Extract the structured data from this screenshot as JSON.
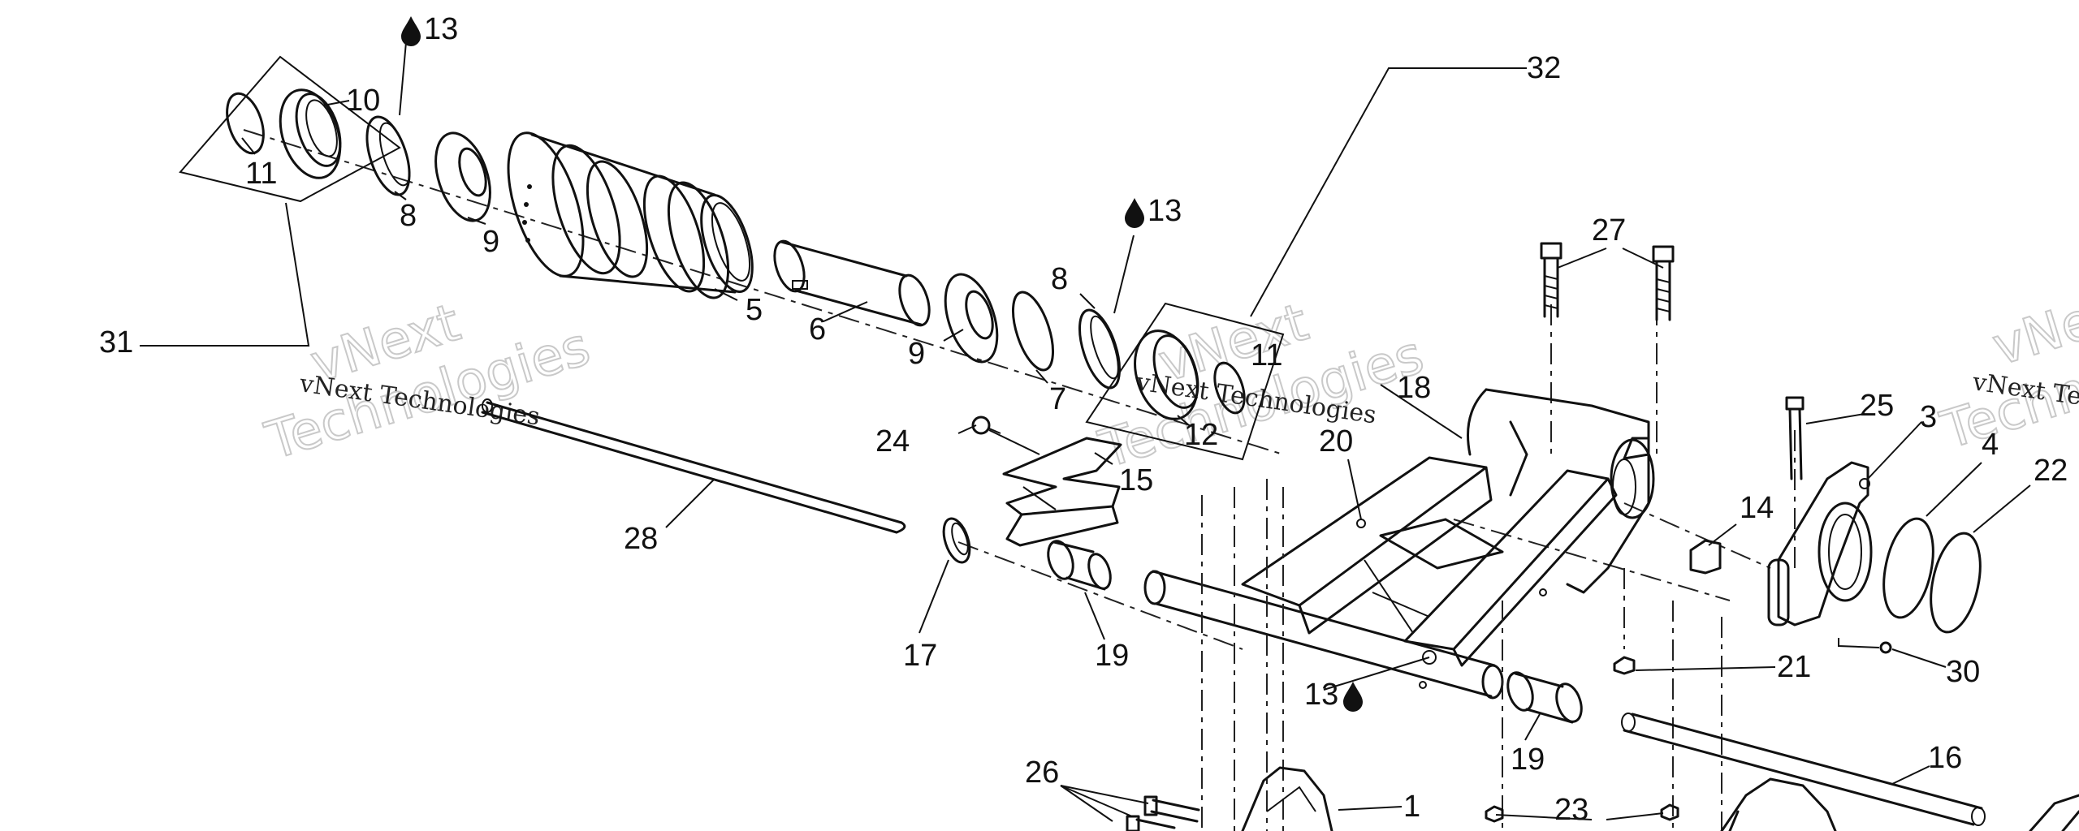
{
  "watermark": {
    "brand": "vNext",
    "line2": "Technologies",
    "full": "vNext Technologies"
  },
  "callouts": {
    "c1": "1",
    "c3": "3",
    "c4": "4",
    "c5": "5",
    "c6": "6",
    "c7": "7",
    "c8a": "8",
    "c8b": "8",
    "c9a": "9",
    "c9b": "9",
    "c10": "10",
    "c11a": "11",
    "c11b": "11",
    "c12": "12",
    "c13a": "13",
    "c13b": "13",
    "c13c": "13",
    "c14": "14",
    "c15": "15",
    "c16": "16",
    "c17": "17",
    "c18": "18",
    "c19a": "19",
    "c19b": "19",
    "c20": "20",
    "c21": "21",
    "c22": "22",
    "c23": "23",
    "c24": "24",
    "c25": "25",
    "c26": "26",
    "c27": "27",
    "c28": "28",
    "c30": "30",
    "c31": "31",
    "c32": "32"
  },
  "icons": {
    "lubricant": "oil-drop-icon"
  }
}
